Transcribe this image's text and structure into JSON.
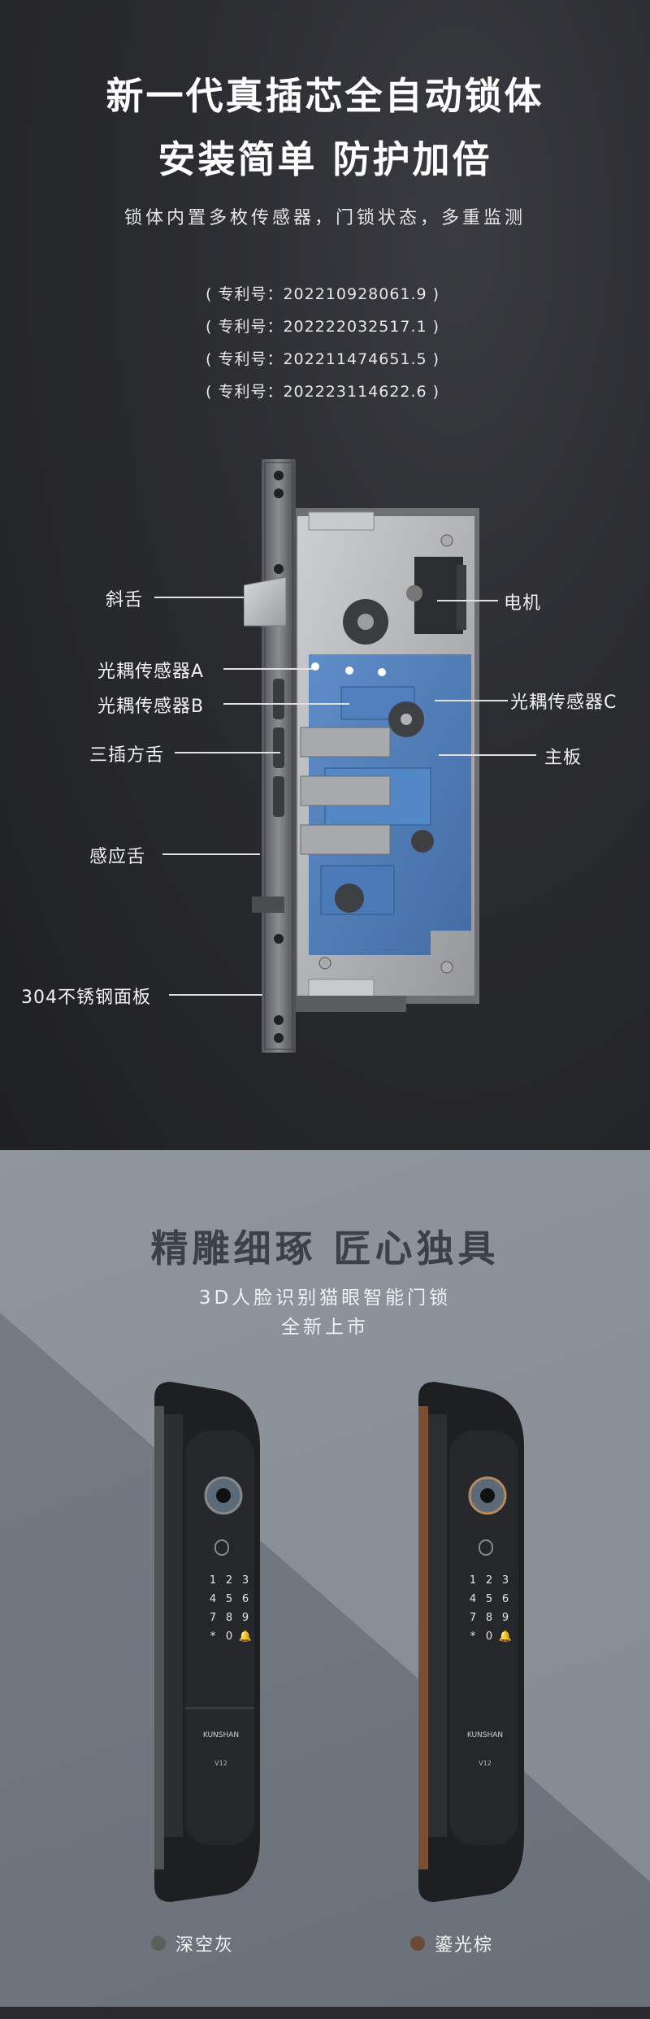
{
  "lock_section": {
    "title_line1": "新一代真插芯全自动锁体",
    "title_line2": "安装简单 防护加倍",
    "subtitle": "锁体内置多枚传感器，门锁状态，多重监测",
    "patents": [
      "( 专利号：202210928061.9 )",
      "( 专利号：202222032517.1 )",
      "( 专利号：202211474651.5 )",
      "( 专利号：202223114622.6 )"
    ],
    "labels": {
      "latch": "斜舌",
      "sensor_a": "光耦传感器A",
      "sensor_b": "光耦传感器B",
      "deadbolt": "三插方舌",
      "trigger": "感应舌",
      "faceplate": "304不锈钢面板",
      "motor": "电机",
      "sensor_c": "光耦传感器C",
      "mainboard": "主板"
    },
    "colors": {
      "board_blue": "#4a7ab8",
      "background": "#2a2b2f"
    }
  },
  "product_section": {
    "title": "精雕细琢 匠心独具",
    "subtitle_line1": "3D人脸识别猫眼智能门锁",
    "subtitle_line2": "全新上市",
    "brand": "KUNSHAN",
    "model": "V12",
    "keypad": [
      "1",
      "2",
      "3",
      "4",
      "5",
      "6",
      "7",
      "8",
      "9",
      "*",
      "0"
    ],
    "variants": [
      {
        "name": "深空灰",
        "color": "#5a5f58"
      },
      {
        "name": "鎏光棕",
        "color": "#6a4a36"
      }
    ]
  }
}
